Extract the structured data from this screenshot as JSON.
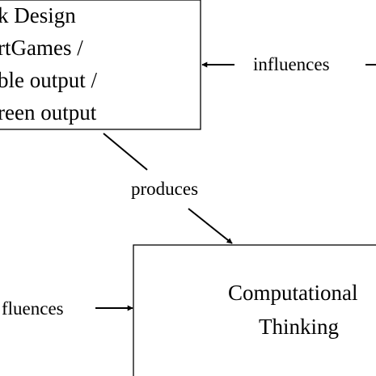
{
  "task_box": {
    "lines": [
      "k Design",
      "rtGames /",
      "ble output /",
      "reen output"
    ]
  },
  "ct_box": {
    "lines": [
      "Computational",
      "Thinking"
    ]
  },
  "edges": {
    "influences_top": "influences",
    "produces": "produces",
    "influences_left": "fluences"
  }
}
